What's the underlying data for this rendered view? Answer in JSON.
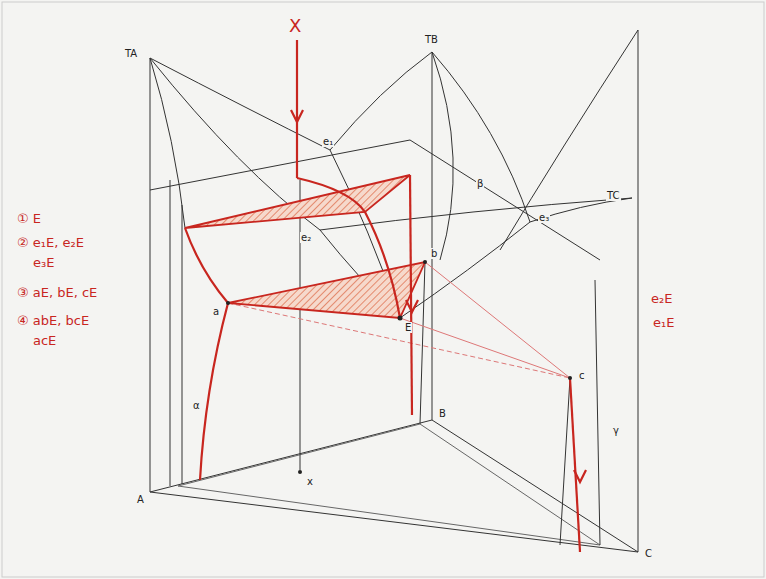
{
  "diagram": {
    "labels": [
      "TA",
      "TB",
      "TC",
      "A",
      "B",
      "C",
      "X",
      "E",
      "α",
      "β",
      "γ",
      "①  E",
      "② e₁E, e₂E",
      "e₃E",
      "③ aE, bE, cE",
      "④ abE, bcE",
      "acE",
      "e₂E",
      "e₁E",
      "x",
      "e₁",
      "e₂",
      "e₃",
      "a",
      "b",
      "c"
    ]
  }
}
